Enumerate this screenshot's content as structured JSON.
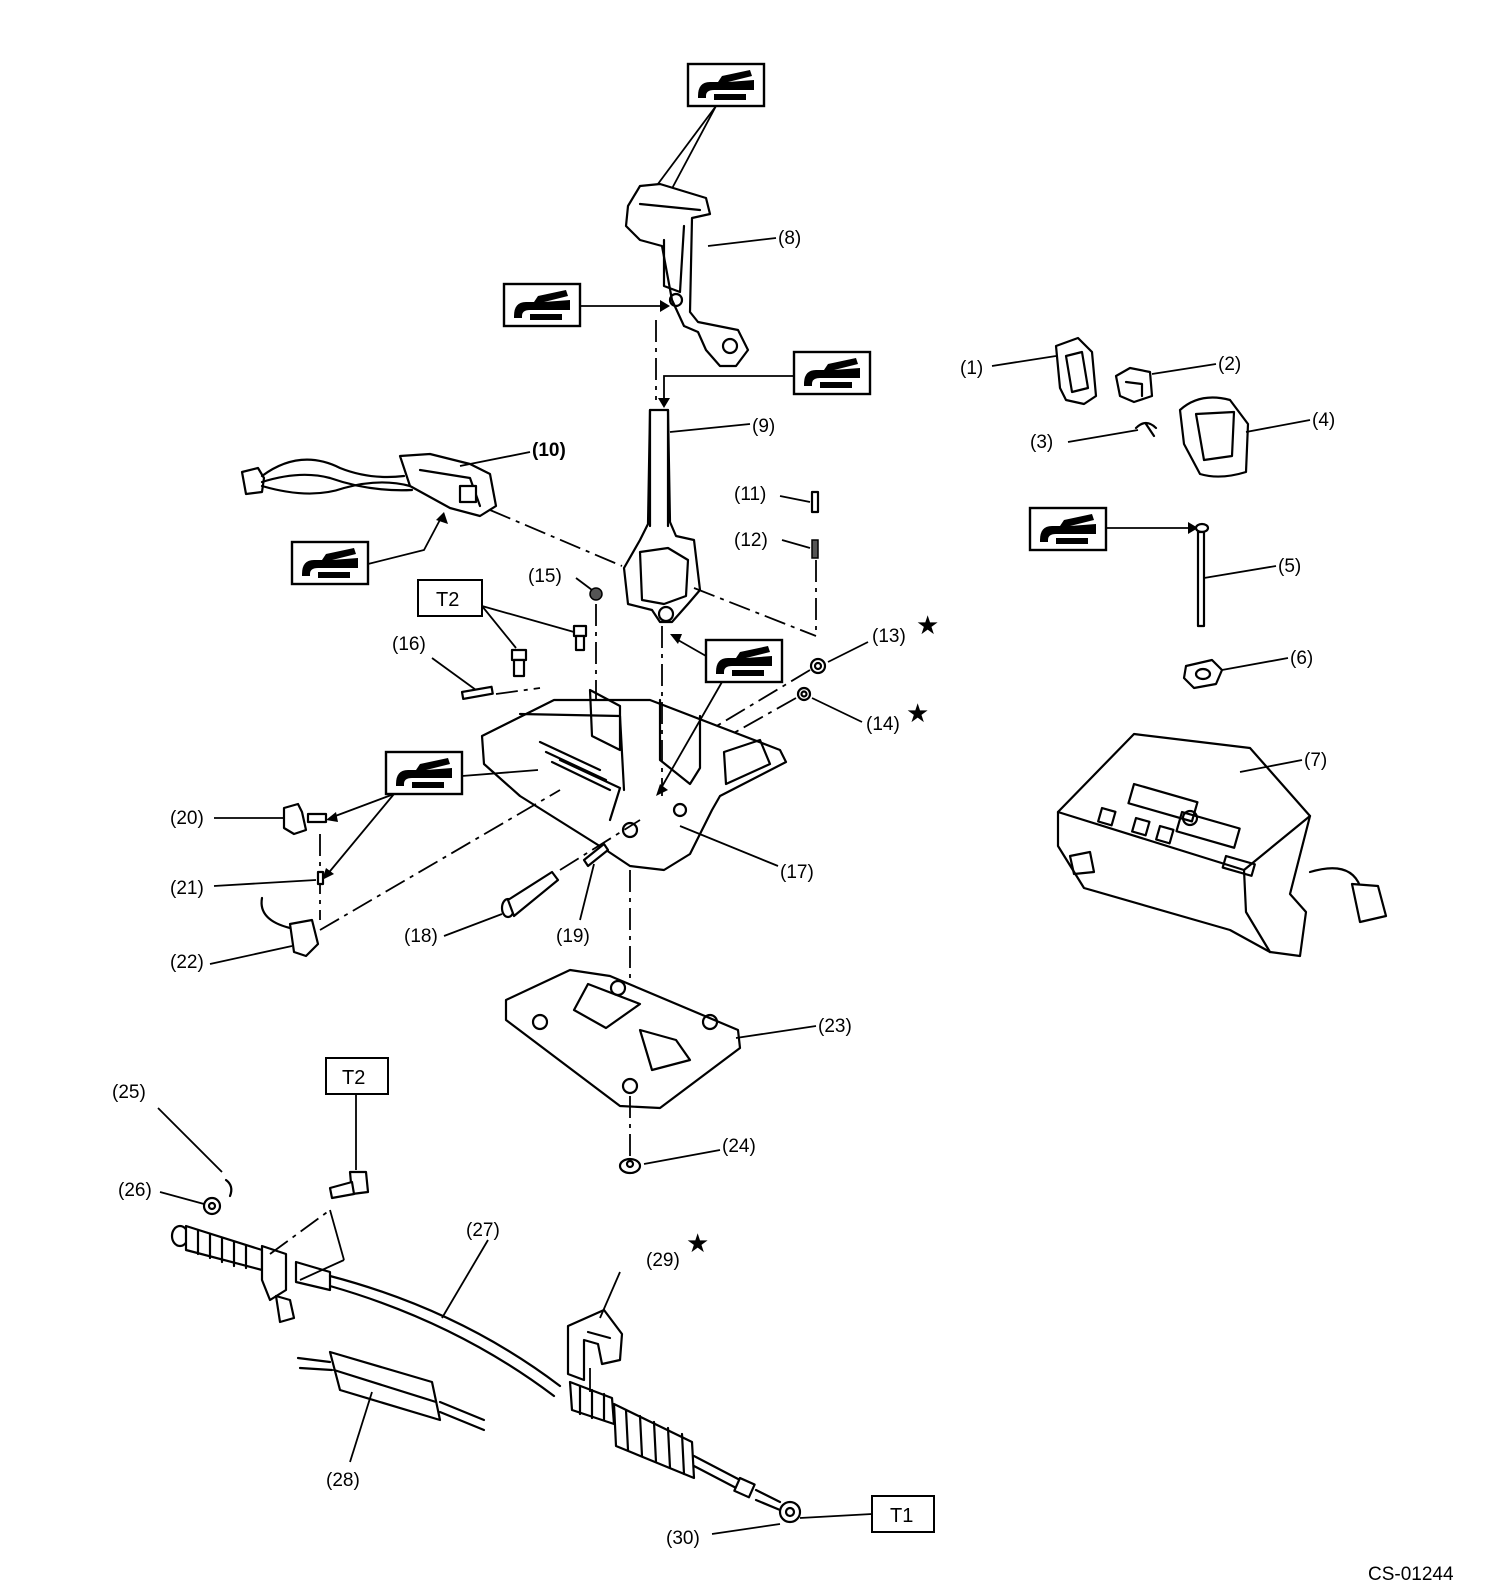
{
  "diagram": {
    "figure_code": "CS-01244",
    "callouts": {
      "p1": "(1)",
      "p2": "(2)",
      "p3": "(3)",
      "p4": "(4)",
      "p5": "(5)",
      "p6": "(6)",
      "p7": "(7)",
      "p8": "(8)",
      "p9": "(9)",
      "p10": "(10)",
      "p11": "(11)",
      "p12": "(12)",
      "p13": "(13)",
      "p14": "(14)",
      "p15": "(15)",
      "p16": "(16)",
      "p17": "(17)",
      "p18": "(18)",
      "p19": "(19)",
      "p20": "(20)",
      "p21": "(21)",
      "p22": "(22)",
      "p23": "(23)",
      "p24": "(24)",
      "p25": "(25)",
      "p26": "(26)",
      "p27": "(27)",
      "p28": "(28)",
      "p29": "(29)",
      "p30": "(30)"
    },
    "torque_labels": {
      "t2_upper": "T2",
      "t2_lower": "T2",
      "t1": "T1"
    },
    "replace_mark": "★",
    "grease_symbol": "grease-icon"
  }
}
